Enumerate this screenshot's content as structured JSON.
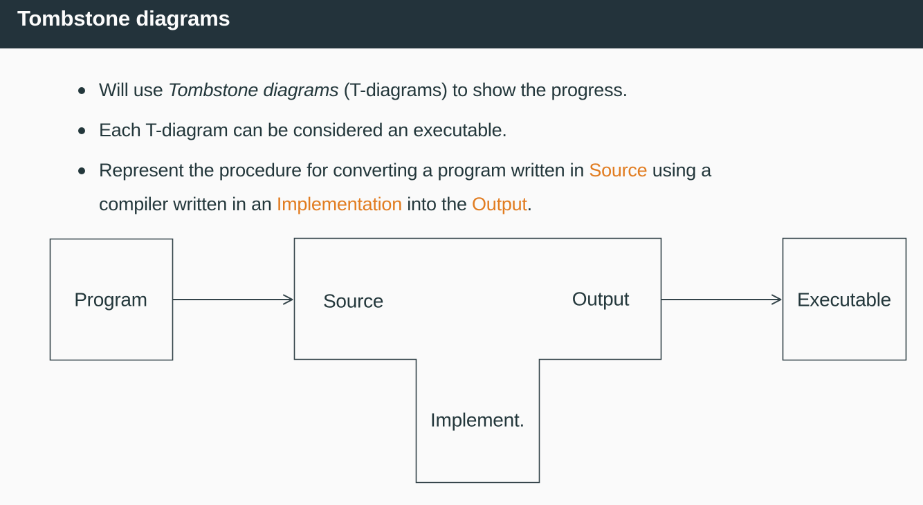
{
  "slide": {
    "title": "Tombstone diagrams",
    "bullets": [
      {
        "parts": [
          {
            "text": "Will use ",
            "style": "normal"
          },
          {
            "text": "Tombstone diagrams",
            "style": "italic"
          },
          {
            "text": " (T-diagrams) to show the progress.",
            "style": "normal"
          }
        ]
      },
      {
        "parts": [
          {
            "text": "Each T-diagram can be considered an executable.",
            "style": "normal"
          }
        ]
      },
      {
        "lines": [
          {
            "parts": [
              {
                "text": "Represent the procedure for converting a program written in ",
                "style": "normal"
              },
              {
                "text": "Source",
                "style": "accent"
              },
              {
                "text": " using a",
                "style": "normal"
              }
            ]
          },
          {
            "parts": [
              {
                "text": "compiler written in an ",
                "style": "normal"
              },
              {
                "text": "Implementation",
                "style": "accent"
              },
              {
                "text": " into the ",
                "style": "normal"
              },
              {
                "text": "Output",
                "style": "accent"
              },
              {
                "text": ".",
                "style": "normal"
              }
            ]
          }
        ]
      }
    ]
  },
  "diagram": {
    "program_label": "Program",
    "source_label": "Source",
    "output_label": "Output",
    "implementation_label": "Implement.",
    "executable_label": "Executable"
  },
  "colors": {
    "header_bg": "#23333b",
    "background": "#fafafa",
    "text": "#23373b",
    "accent": "#e17c20",
    "line": "#334349",
    "title_color": "#fcfcfc"
  }
}
